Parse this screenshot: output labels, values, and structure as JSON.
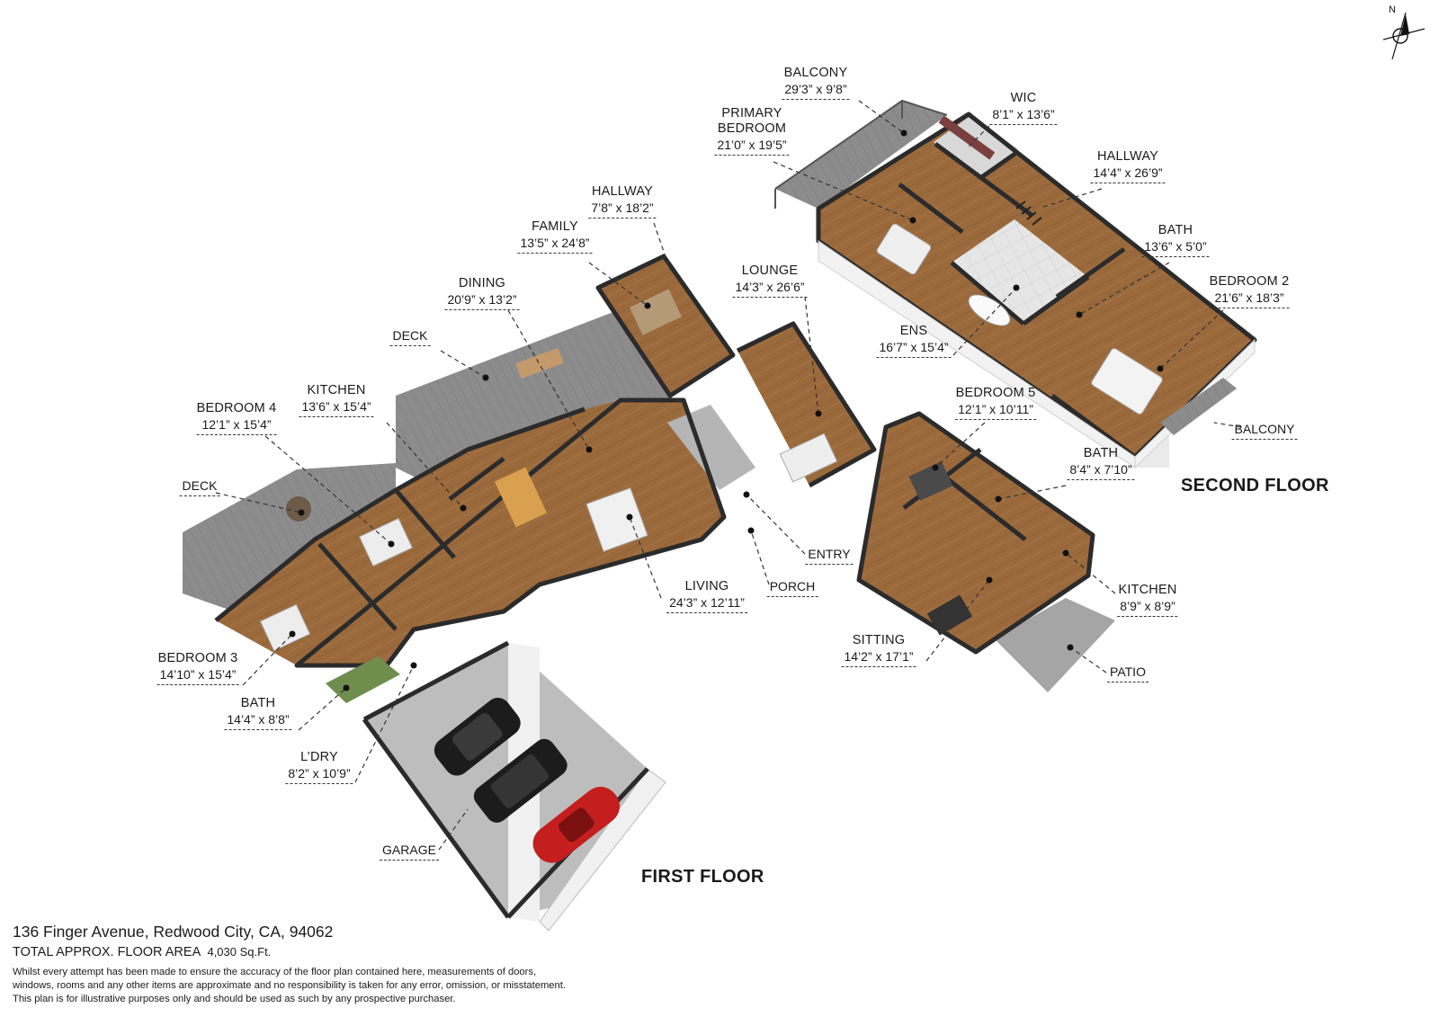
{
  "first_floor_title": "FIRST FLOOR",
  "second_floor_title": "SECOND FLOOR",
  "compass": {
    "label": "N",
    "icon": "north-arrow-icon"
  },
  "rooms": {
    "balcony_top": {
      "name": "BALCONY",
      "dims": "29’3” x 9’8”"
    },
    "wic": {
      "name": "WIC",
      "dims": "8’1” x 13’6”"
    },
    "primary_bedroom": {
      "name_line1": "PRIMARY",
      "name_line2": "BEDROOM",
      "dims": "21’0” x 19’5”"
    },
    "hallway_upper": {
      "name": "HALLWAY",
      "dims": "14’4” x 26’9”"
    },
    "bath_upper": {
      "name": "BATH",
      "dims": "13’6” x 5’0”"
    },
    "bedroom_2": {
      "name": "BEDROOM 2",
      "dims": "21’6” x 18’3”"
    },
    "ens": {
      "name": "ENS",
      "dims": "16’7” x 15’4”"
    },
    "balcony_right": {
      "name": "BALCONY"
    },
    "hallway_lower": {
      "name": "HALLWAY",
      "dims": "7’8” x 18’2”"
    },
    "family": {
      "name": "FAMILY",
      "dims": "13’5” x 24’8”"
    },
    "dining": {
      "name": "DINING",
      "dims": "20’9” x 13’2”"
    },
    "lounge": {
      "name": "LOUNGE",
      "dims": "14’3” x 26’6”"
    },
    "deck_top": {
      "name": "DECK"
    },
    "kitchen_main": {
      "name": "KITCHEN",
      "dims": "13’6” x 15’4”"
    },
    "bedroom_4": {
      "name": "BEDROOM 4",
      "dims": "12’1” x 15’4”"
    },
    "deck_left": {
      "name": "DECK"
    },
    "bedroom_5": {
      "name": "BEDROOM 5",
      "dims": "12’1” x 10’11”"
    },
    "bath_guest": {
      "name": "BATH",
      "dims": "8’4” x 7’10”"
    },
    "entry": {
      "name": "ENTRY"
    },
    "porch": {
      "name": "PORCH"
    },
    "living": {
      "name": "LIVING",
      "dims": "24’3” x 12’11”"
    },
    "kitchen_guest": {
      "name": "KITCHEN",
      "dims": "8’9” x 8’9”"
    },
    "sitting": {
      "name": "SITTING",
      "dims": "14’2” x 17’1”"
    },
    "patio": {
      "name": "PATIO"
    },
    "bedroom_3": {
      "name": "BEDROOM 3",
      "dims": "14’10” x 15’4”"
    },
    "bath_lower": {
      "name": "BATH",
      "dims": "14’4” x 8’8”"
    },
    "ldry": {
      "name": "L’DRY",
      "dims": "8’2” x 10’9”"
    },
    "garage": {
      "name": "GARAGE"
    }
  },
  "footer": {
    "address": "136 Finger Avenue, Redwood City, CA, 94062",
    "area_label": "TOTAL APPROX. FLOOR AREA",
    "area_value": "4,030 Sq.Ft.",
    "disclaimer_line1": "Whilst every attempt has been made to ensure the accuracy of the floor plan contained here, measurements of doors,",
    "disclaimer_line2": "windows, rooms and any other items are approximate and no responsibility is taken for any error, omission, or misstatement.",
    "disclaimer_line3": "This plan is for illustrative purposes only and should be used as such by any prospective purchaser."
  },
  "colors": {
    "wall_top": "#2b2b2b",
    "wall_face": "#f4f4f4",
    "wood_floor": "#9a6a3d",
    "deck": "#8a8a8a",
    "garage_floor": "#bdbdbd",
    "car_red": "#c41e1e",
    "car_black": "#1c1c1c"
  }
}
